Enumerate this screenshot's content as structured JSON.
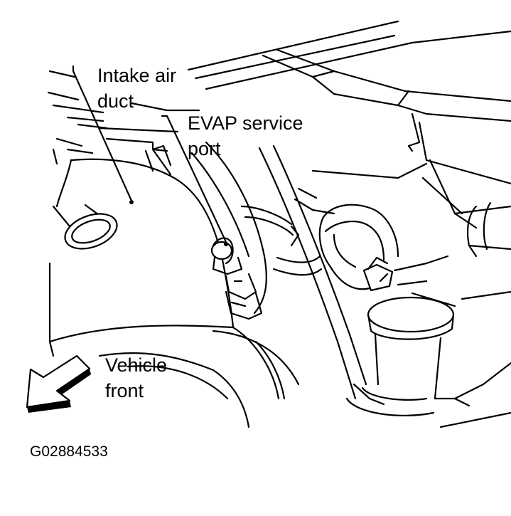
{
  "labels": {
    "intake_air_duct": [
      "Intake air",
      "duct"
    ],
    "evap_service_port": [
      "EVAP service",
      "port"
    ],
    "vehicle_front": [
      "Vehicle",
      "front"
    ]
  },
  "figure_code": "G02884533",
  "colors": {
    "ink": "#000000",
    "background": "#ffffff"
  },
  "icons": {
    "front_arrow": "arrow-down-left-icon"
  }
}
